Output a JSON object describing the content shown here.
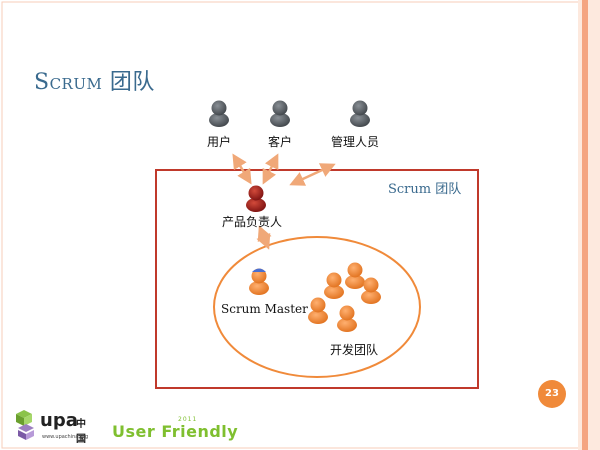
{
  "slide": {
    "title": "Scrum 团队",
    "page_number": "23"
  },
  "stakeholders": [
    {
      "label": "用户"
    },
    {
      "label": "客户"
    },
    {
      "label": "管理人员"
    }
  ],
  "scrum_box": {
    "label": "Scrum 团队"
  },
  "product_owner": {
    "label": "产品负责人"
  },
  "team": {
    "scrum_master_label": "Scrum Master",
    "dev_team_label": "开发团队"
  },
  "footer": {
    "upa_logo": "upa",
    "upa_cn": "中国",
    "upa_url": "www.upachina.org",
    "brand": "User Friendly",
    "year": "2011"
  },
  "colors": {
    "title": "#3a6a8e",
    "frame": "#c0392b",
    "ellipse": "#f08a3a",
    "arrow": "#f0a878",
    "stakeholder": "#4a4f55",
    "product_owner": "#9b1a1a",
    "team_member": "#f0832a",
    "right_bar": "#f4a582"
  }
}
